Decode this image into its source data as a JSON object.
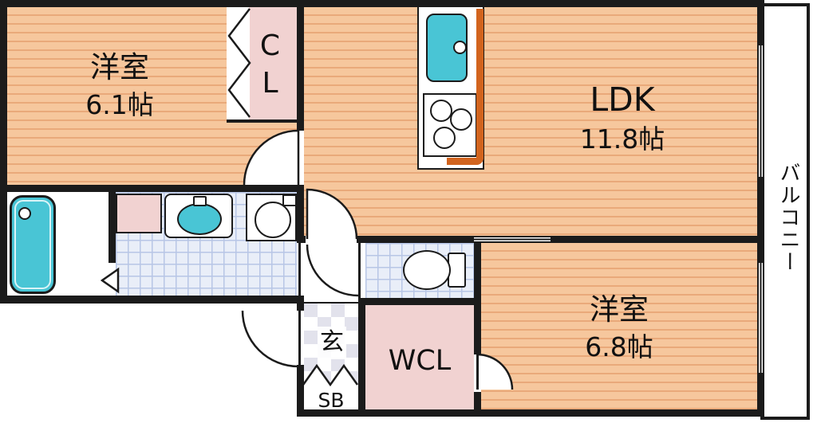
{
  "floorplan": {
    "type": "apartment-floor-plan",
    "rooms": {
      "bedroom1": {
        "name": "洋室",
        "size": "6.1帖"
      },
      "closet": {
        "label": "CL"
      },
      "ldk": {
        "name": "LDK",
        "size": "11.8帖"
      },
      "balcony": {
        "label": "バルコニー"
      },
      "bedroom2": {
        "name": "洋室",
        "size": "6.8帖"
      },
      "walk_in_closet": {
        "label": "WCL"
      },
      "entrance": {
        "label": "玄"
      },
      "shoe_box": {
        "label": "SB"
      }
    },
    "fixtures": [
      "bathtub",
      "washbasin",
      "washing-machine",
      "kitchen-sink",
      "gas-stove",
      "toilet"
    ],
    "colors": {
      "floor_orange": "#f6c79d",
      "floor_stripe": "#e9a97a",
      "closet_pink": "#f1d2d1",
      "tile_blue": "#e9eef8",
      "tile_grid": "#b8c6e6",
      "fixture_teal": "#49c5d5",
      "counter_orange": "#d2641e",
      "wall_black": "#1b1b1b"
    }
  }
}
